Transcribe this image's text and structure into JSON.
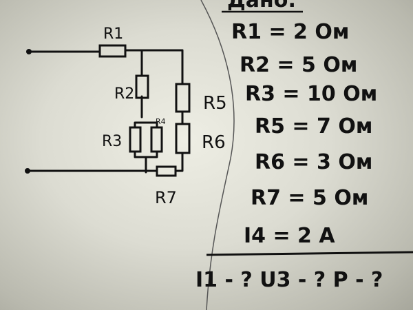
{
  "circuit": {
    "labels": {
      "r1": "R1",
      "r2": "R2",
      "r3": "R3",
      "r4": "R4",
      "r5": "R5",
      "r6": "R6",
      "r7": "R7"
    }
  },
  "given": {
    "header": "Дано:",
    "lines": [
      "R1 = 2 Ом",
      "R2 = 5 Ом",
      "R3 = 10 Ом",
      "R5 = 7 Ом",
      "R6 = 3 Ом",
      "R7 = 5 Ом",
      "I4 = 2 A"
    ],
    "find": "I1 - ?   U3 - ?   P - ?"
  }
}
